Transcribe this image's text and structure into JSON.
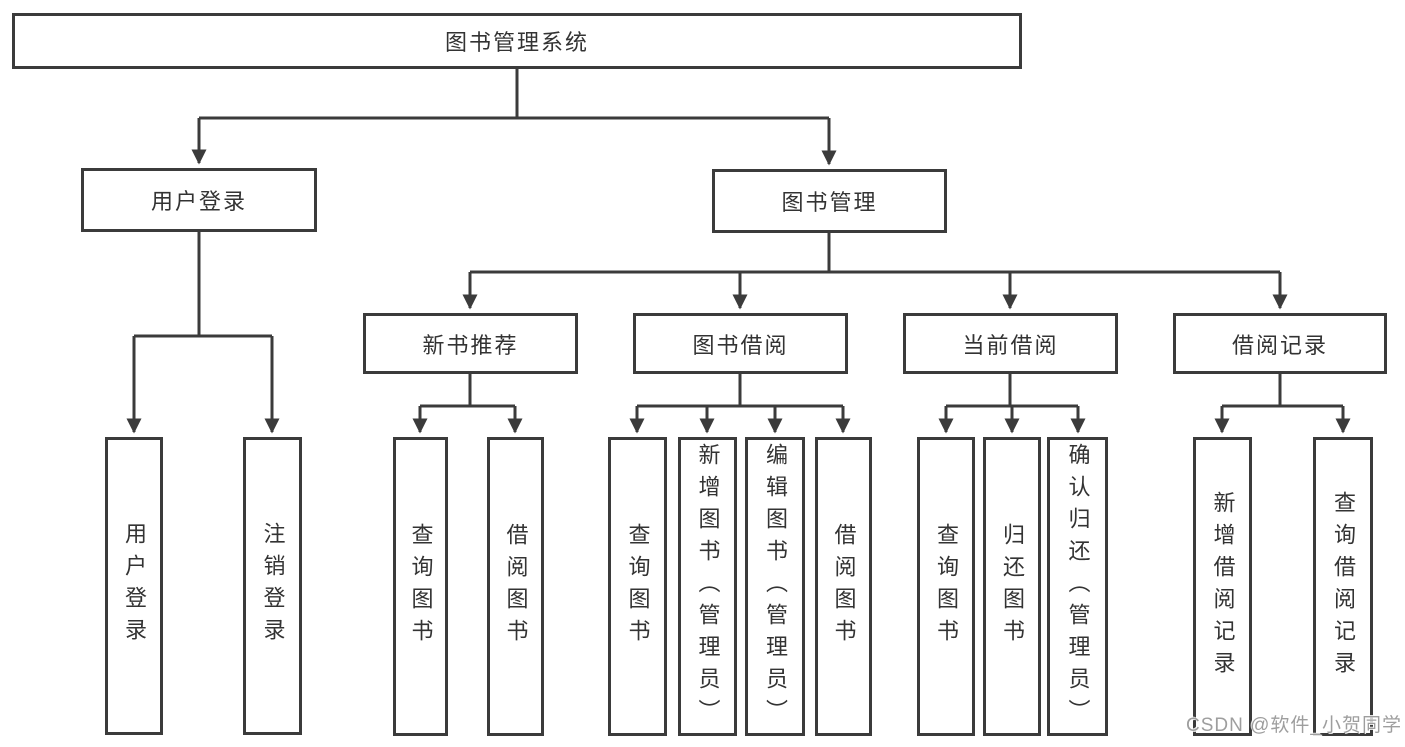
{
  "colors": {
    "line": "#3b3b3b",
    "text": "#333333",
    "watermark": "#9e9e9e",
    "background": "#ffffff"
  },
  "watermark": {
    "text": "CSDN @软件_小贺同学"
  },
  "tree": {
    "label": "图书管理系统",
    "children": [
      {
        "label": "用户登录",
        "children": [
          {
            "label": "用户登录"
          },
          {
            "label": "注销登录"
          }
        ]
      },
      {
        "label": "图书管理",
        "children": [
          {
            "label": "新书推荐",
            "children": [
              {
                "label": "查询图书"
              },
              {
                "label": "借阅图书"
              }
            ]
          },
          {
            "label": "图书借阅",
            "children": [
              {
                "label": "查询图书"
              },
              {
                "label": "新增图书（管理员）"
              },
              {
                "label": "编辑图书（管理员）"
              },
              {
                "label": "借阅图书"
              }
            ]
          },
          {
            "label": "当前借阅",
            "children": [
              {
                "label": "查询图书"
              },
              {
                "label": "归还图书"
              },
              {
                "label": "确认归还（管理员）"
              }
            ]
          },
          {
            "label": "借阅记录",
            "children": [
              {
                "label": "新增借阅记录"
              },
              {
                "label": "查询借阅记录"
              }
            ]
          }
        ]
      }
    ]
  }
}
